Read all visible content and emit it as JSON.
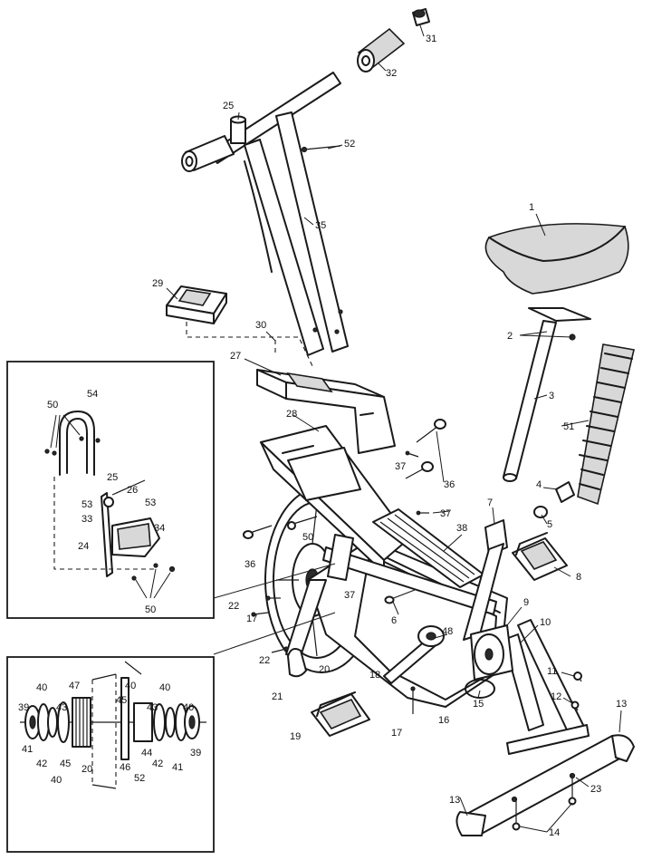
{
  "colors": {
    "ink": "#1a1a1a",
    "paper": "#ffffff",
    "shade": "#d8d8d8"
  },
  "callouts": [
    {
      "id": "c1",
      "label": "1"
    },
    {
      "id": "c2",
      "label": "2"
    },
    {
      "id": "c3",
      "label": "3"
    },
    {
      "id": "c4",
      "label": "4"
    },
    {
      "id": "c5",
      "label": "5"
    },
    {
      "id": "c6",
      "label": "6"
    },
    {
      "id": "c7",
      "label": "7"
    },
    {
      "id": "c8",
      "label": "8"
    },
    {
      "id": "c9",
      "label": "9"
    },
    {
      "id": "c10",
      "label": "10"
    },
    {
      "id": "c11",
      "label": "11"
    },
    {
      "id": "c12",
      "label": "12"
    },
    {
      "id": "c13a",
      "label": "13"
    },
    {
      "id": "c13b",
      "label": "13"
    },
    {
      "id": "c14",
      "label": "14"
    },
    {
      "id": "c15",
      "label": "15"
    },
    {
      "id": "c16",
      "label": "16"
    },
    {
      "id": "c17a",
      "label": "17"
    },
    {
      "id": "c17b",
      "label": "17"
    },
    {
      "id": "c18",
      "label": "18"
    },
    {
      "id": "c19",
      "label": "19"
    },
    {
      "id": "c20",
      "label": "20"
    },
    {
      "id": "c21",
      "label": "21"
    },
    {
      "id": "c22a",
      "label": "22"
    },
    {
      "id": "c22b",
      "label": "22"
    },
    {
      "id": "c23",
      "label": "23"
    },
    {
      "id": "c25",
      "label": "25"
    },
    {
      "id": "c27",
      "label": "27"
    },
    {
      "id": "c28",
      "label": "28"
    },
    {
      "id": "c29",
      "label": "29"
    },
    {
      "id": "c30",
      "label": "30"
    },
    {
      "id": "c31",
      "label": "31"
    },
    {
      "id": "c32",
      "label": "32"
    },
    {
      "id": "c35",
      "label": "35"
    },
    {
      "id": "c36a",
      "label": "36"
    },
    {
      "id": "c36b",
      "label": "36"
    },
    {
      "id": "c37a",
      "label": "37"
    },
    {
      "id": "c37b",
      "label": "37"
    },
    {
      "id": "c37c",
      "label": "37"
    },
    {
      "id": "c38",
      "label": "38"
    },
    {
      "id": "c48",
      "label": "48"
    },
    {
      "id": "c50m",
      "label": "50"
    },
    {
      "id": "c51",
      "label": "51"
    },
    {
      "id": "c52",
      "label": "52"
    }
  ],
  "inset_top_callouts": [
    {
      "id": "t50a",
      "label": "50"
    },
    {
      "id": "t54",
      "label": "54"
    },
    {
      "id": "t25",
      "label": "25"
    },
    {
      "id": "t26",
      "label": "26"
    },
    {
      "id": "t53a",
      "label": "53"
    },
    {
      "id": "t53b",
      "label": "53"
    },
    {
      "id": "t33",
      "label": "33"
    },
    {
      "id": "t34",
      "label": "34"
    },
    {
      "id": "t24",
      "label": "24"
    },
    {
      "id": "t50b",
      "label": "50"
    }
  ],
  "inset_bottom_callouts": [
    {
      "id": "b40a",
      "label": "40"
    },
    {
      "id": "b47",
      "label": "47"
    },
    {
      "id": "b40b",
      "label": "40"
    },
    {
      "id": "b40c",
      "label": "40"
    },
    {
      "id": "b39a",
      "label": "39"
    },
    {
      "id": "b43a",
      "label": "43"
    },
    {
      "id": "b45a",
      "label": "45"
    },
    {
      "id": "b43b",
      "label": "43"
    },
    {
      "id": "b40d",
      "label": "40"
    },
    {
      "id": "b41a",
      "label": "41"
    },
    {
      "id": "b42a",
      "label": "42"
    },
    {
      "id": "b45b",
      "label": "45"
    },
    {
      "id": "b44",
      "label": "44"
    },
    {
      "id": "b42b",
      "label": "42"
    },
    {
      "id": "b41b",
      "label": "41"
    },
    {
      "id": "b39b",
      "label": "39"
    },
    {
      "id": "b40e",
      "label": "40"
    },
    {
      "id": "b20",
      "label": "20"
    },
    {
      "id": "b46",
      "label": "46"
    },
    {
      "id": "b52",
      "label": "52"
    }
  ]
}
